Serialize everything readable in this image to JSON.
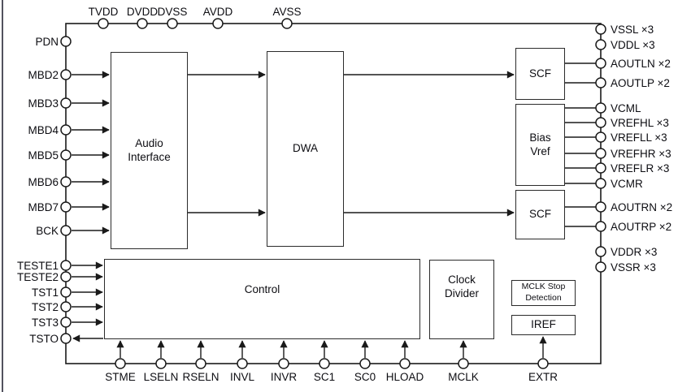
{
  "blocks": {
    "audio_interface": {
      "label": "Audio Interface"
    },
    "dwa": {
      "label": "DWA"
    },
    "scf_left": {
      "label": "SCF"
    },
    "bias_vref": {
      "label": "Bias Vref"
    },
    "scf_right": {
      "label": "SCF"
    },
    "control": {
      "label": "Control"
    },
    "clock_divider": {
      "label": "Clock Divider"
    },
    "mclk_stop_detection": {
      "label": "MCLK Stop Detection"
    },
    "iref": {
      "label": "IREF"
    }
  },
  "pins": {
    "top": [
      "TVDD",
      "DVDD",
      "DVSS",
      "AVDD",
      "AVSS"
    ],
    "left": [
      "PDN",
      "MBD2",
      "MBD3",
      "MBD4",
      "MBD5",
      "MBD6",
      "MBD7",
      "BCK",
      "TESTE1",
      "TESTE2",
      "TST1",
      "TST2",
      "TST3",
      "TSTO"
    ],
    "right": [
      "VSSL ×3",
      "VDDL ×3",
      "AOUTLN ×2",
      "AOUTLP ×2",
      "VCML",
      "VREFHL ×3",
      "VREFLL ×3",
      "VREFHR ×3",
      "VREFLR ×3",
      "VCMR",
      "AOUTRN ×2",
      "AOUTRP ×2",
      "VDDR ×3",
      "VSSR ×3"
    ],
    "bottom": [
      "STME",
      "LSELN",
      "RSELN",
      "INVL",
      "INVR",
      "SC1",
      "SC0",
      "HLOAD",
      "MCLK",
      "EXTR"
    ]
  },
  "colors": {
    "line": "#1a1a1a",
    "text": "#0d0d12",
    "background": "#ffffff"
  }
}
